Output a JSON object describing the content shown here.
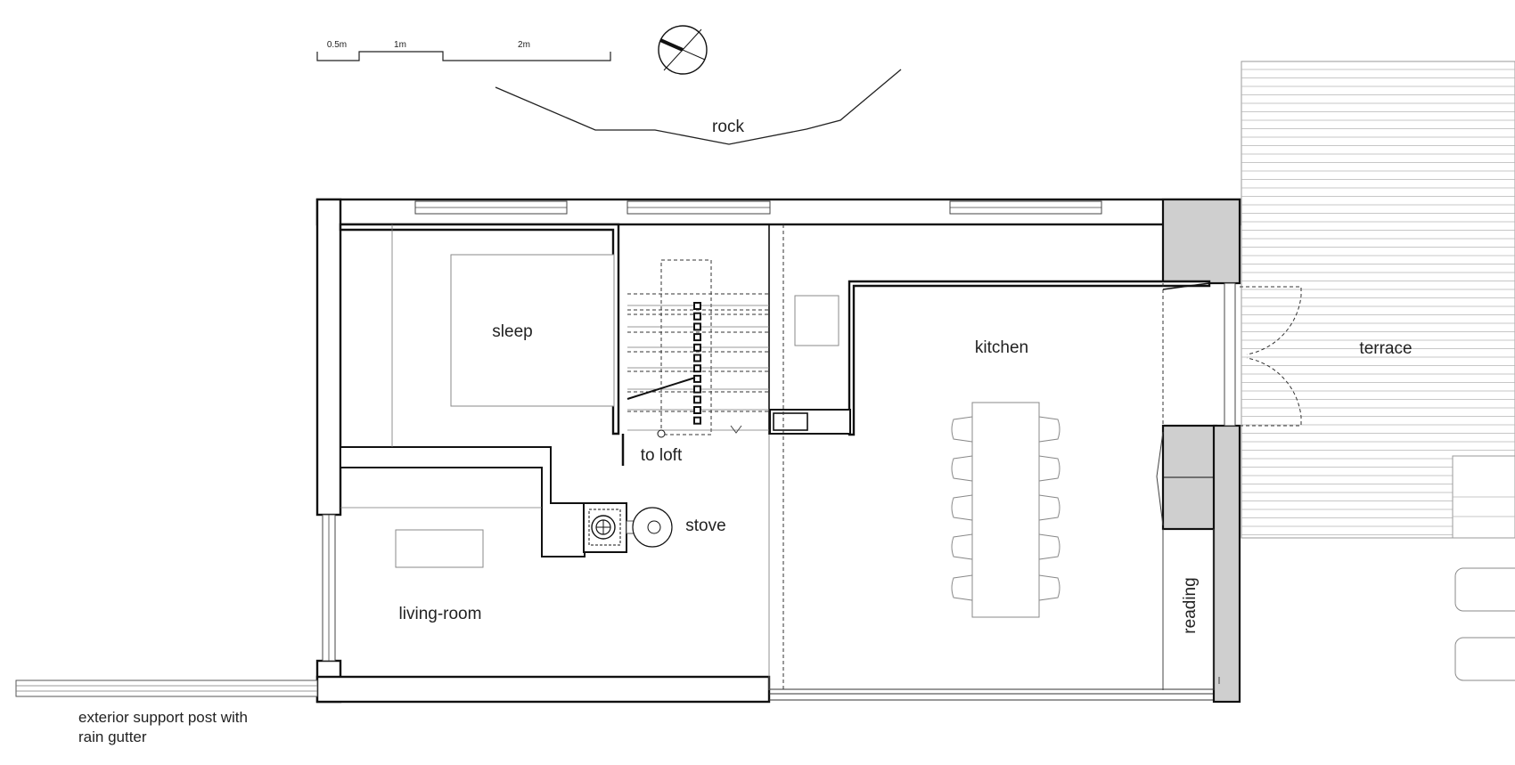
{
  "rooms": {
    "sleep": "sleep",
    "kitchen": "kitchen",
    "terrace": "terrace",
    "to_loft": "to loft",
    "stove": "stove",
    "living_room": "living-room",
    "reading": "reading",
    "rock": "rock"
  },
  "annotation": {
    "line1": "exterior support post with",
    "line2": "rain gutter"
  },
  "scale_bar": {
    "label_a": "0.5m",
    "label_b": "1m",
    "label_c": "2m"
  },
  "icons": [
    "north-arrow-icon",
    "stove-icon",
    "dining-table-icon",
    "chair-icon",
    "staircase-icon"
  ],
  "colors": {
    "wall": "#111111",
    "fill_gray": "#cfcfcf",
    "deck": "#b5b5b5"
  }
}
